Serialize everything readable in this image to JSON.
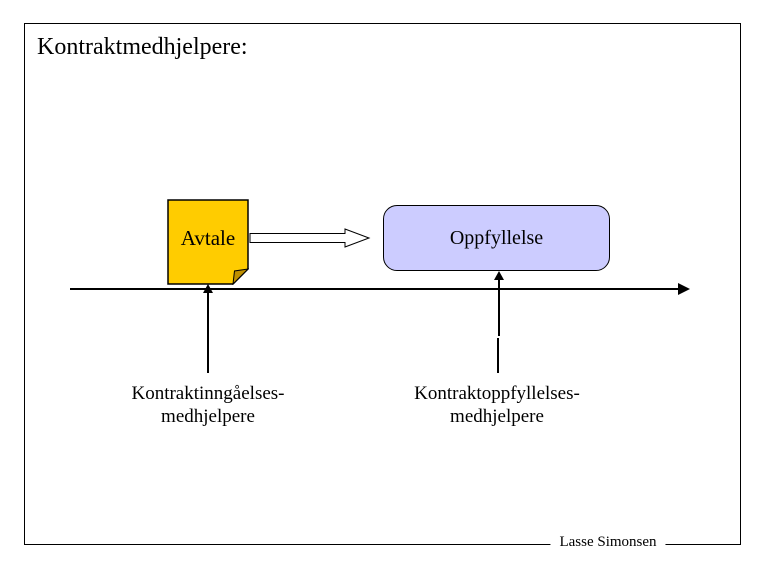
{
  "slide": {
    "title": "Kontraktmedhjelpere:",
    "footer_author": "Lasse Simonsen"
  },
  "diagram": {
    "agreement_note": {
      "label": "Avtale",
      "fill": "#FFCC00",
      "fold_color": "#BF9000",
      "border_color": "#000000"
    },
    "fulfillment_box": {
      "label": "Oppfyllelse",
      "fill": "#CCCCFF",
      "border_color": "#000000"
    },
    "flow_arrow": {
      "fill": "#FFFFFF",
      "outline": "#000000"
    },
    "timeline_color": "#000000",
    "left_annotation": {
      "line1": "Kontraktinngåelses-",
      "line2": "medhjelpere"
    },
    "right_annotation": {
      "line1": "Kontraktoppfyllelses-",
      "line2": "medhjelpere"
    }
  }
}
